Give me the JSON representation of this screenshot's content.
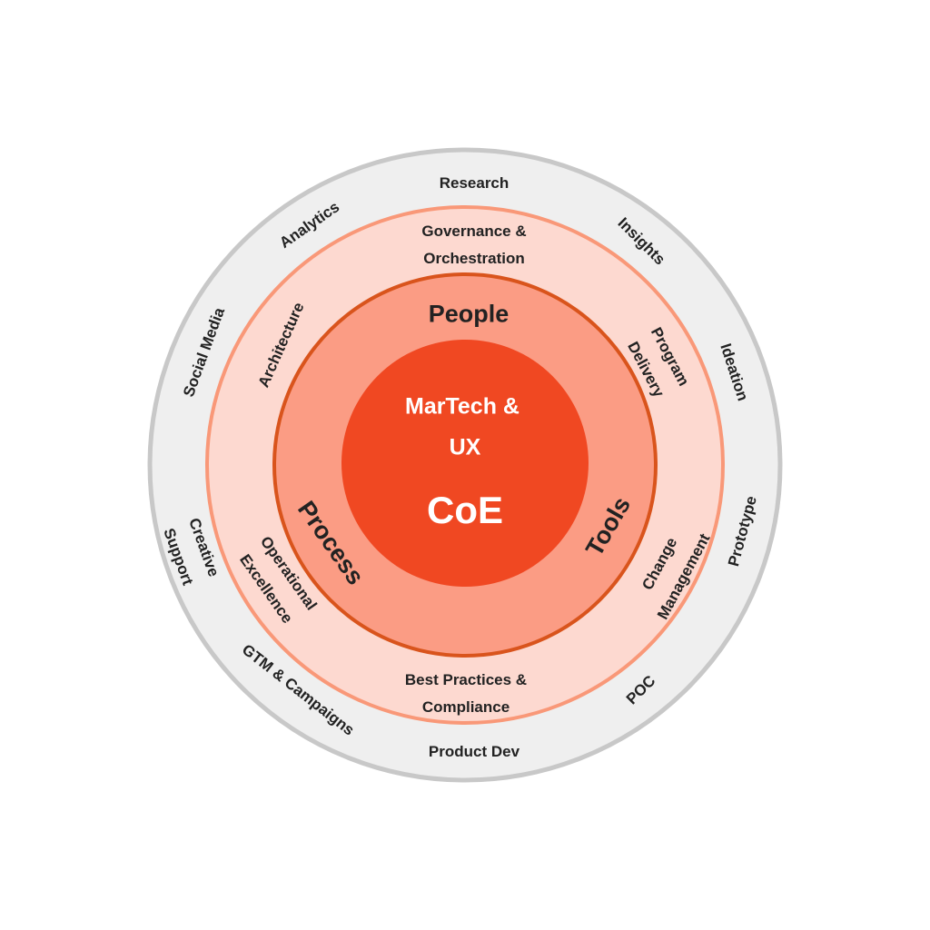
{
  "center": {
    "line1": "MarTech &",
    "line2": "UX",
    "line3": "CoE"
  },
  "pillars": {
    "top": "People",
    "right": "Tools",
    "left": "Process"
  },
  "middle_ring": {
    "top_l1": "Governance &",
    "top_l2": "Orchestration",
    "upper_right_l1": "Program",
    "upper_right_l2": "Delivery",
    "lower_right_l1": "Change",
    "lower_right_l2": "Management",
    "bottom_l1": "Best Practices &",
    "bottom_l2": "Compliance",
    "lower_left_l1": "Operational",
    "lower_left_l2": "Excellence",
    "upper_left": "Architecture"
  },
  "outer_ring": {
    "research": "Research",
    "insights": "Insights",
    "ideation": "Ideation",
    "prototype": "Prototype",
    "poc": "POC",
    "product_dev": "Product Dev",
    "gtm": "GTM & Campaigns",
    "creative_l1": "Creative",
    "creative_l2": "Support",
    "social": "Social Media",
    "analytics": "Analytics"
  },
  "colors": {
    "outer_fill": "#efefef",
    "outer_stroke": "#c8c8c8",
    "middle_fill": "#fdd9d0",
    "middle_stroke": "#f99878",
    "inner_fill": "#fb9c84",
    "inner_stroke": "#d9541c",
    "core": "#f04822"
  }
}
